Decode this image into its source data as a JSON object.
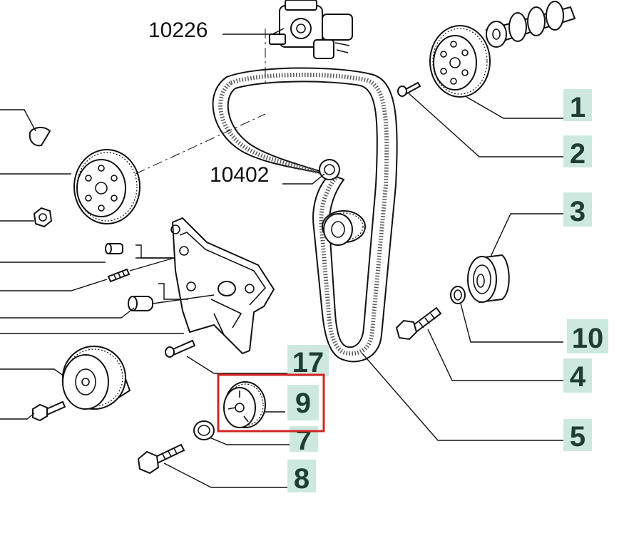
{
  "part_refs": {
    "camshaft_ref": "10226",
    "belt_ref": "10402"
  },
  "callouts": [
    {
      "key": "c1",
      "label": "1"
    },
    {
      "key": "c2",
      "label": "2"
    },
    {
      "key": "c3",
      "label": "3"
    },
    {
      "key": "c10",
      "label": "10"
    },
    {
      "key": "c4",
      "label": "4"
    },
    {
      "key": "c17",
      "label": "17"
    },
    {
      "key": "c9",
      "label": "9"
    },
    {
      "key": "c5",
      "label": "5"
    },
    {
      "key": "c7",
      "label": "7"
    },
    {
      "key": "c8",
      "label": "8"
    }
  ],
  "colors": {
    "callout_fill": "#cde9df",
    "callout_text": "#1f3d33",
    "highlight": "#d42424",
    "line": "#111111"
  }
}
